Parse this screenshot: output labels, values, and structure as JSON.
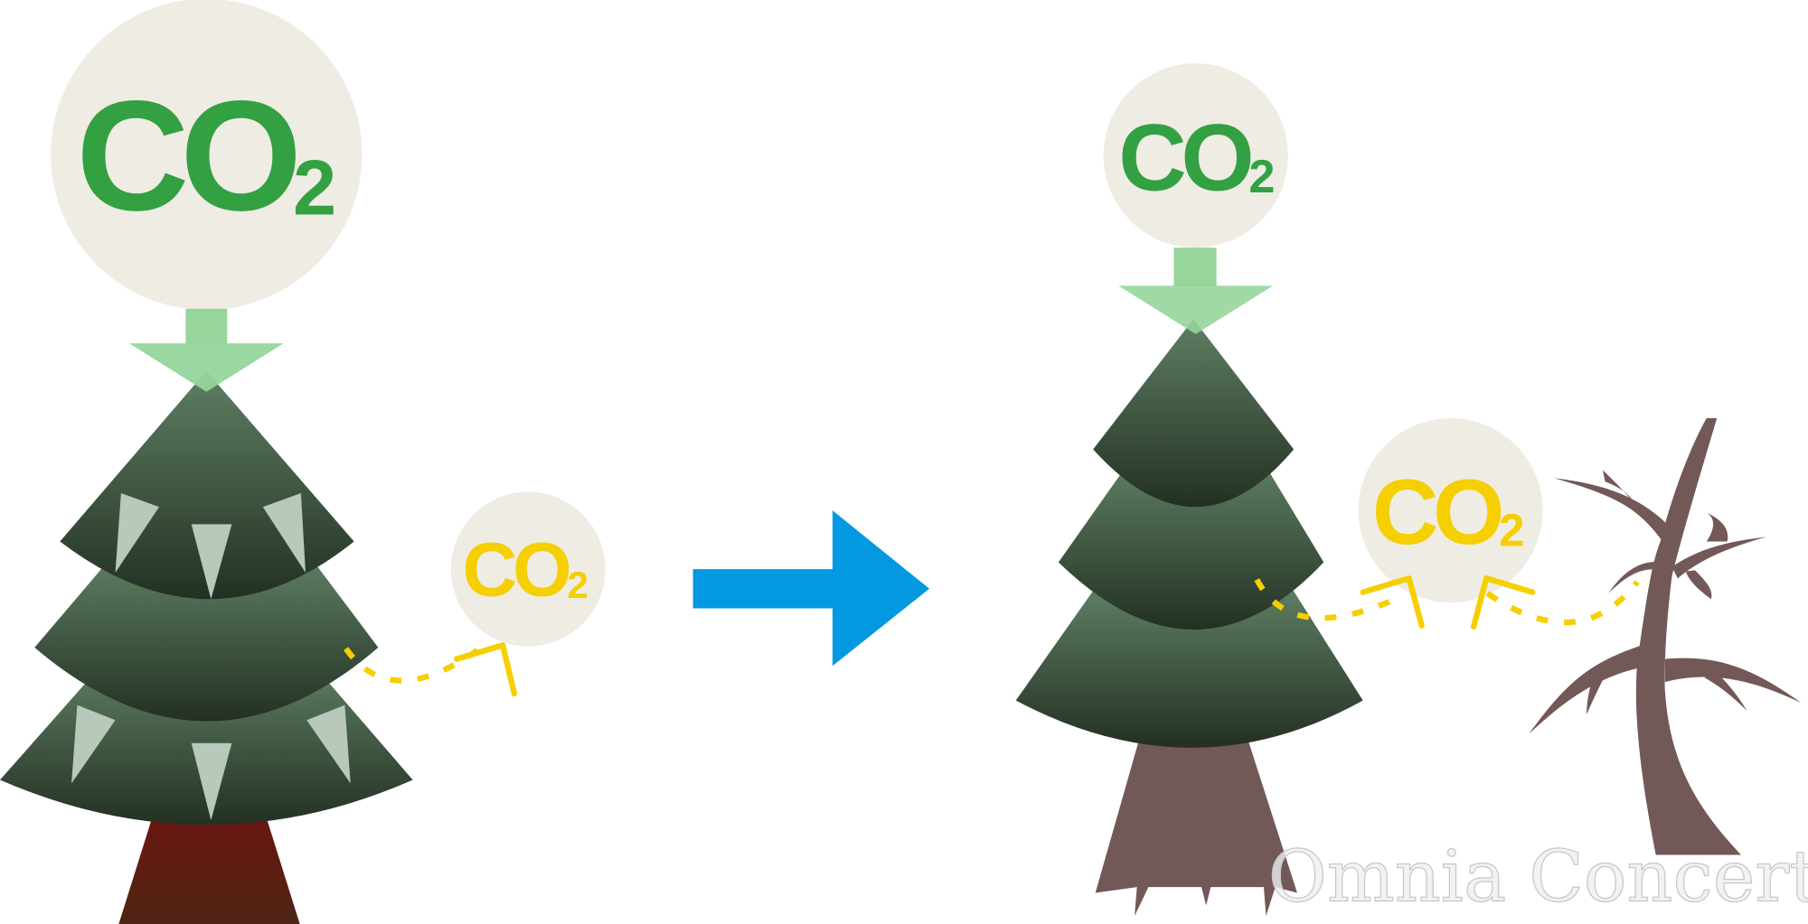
{
  "labels": {
    "co2_main": "CO",
    "co2_sub": "2"
  },
  "watermark": "Omnia Concerto",
  "colors": {
    "co2_absorbed": "#33a041",
    "co2_released": "#f5cf00",
    "bubble": "#efece4",
    "down_arrow": "#96d59b",
    "transition_arrow": "#0399e0",
    "trunk_healthy": "#6b1512",
    "trunk_dead": "#735858"
  }
}
